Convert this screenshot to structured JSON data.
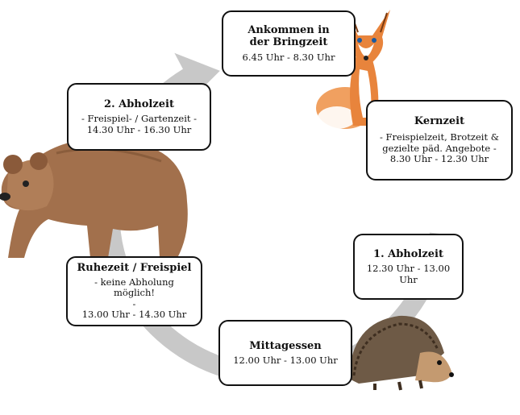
{
  "boxes": {
    "arrival": {
      "title": "Ankommen in der Bringzeit",
      "time": "6.45 Uhr - 8.30 Uhr"
    },
    "core": {
      "title": "Kernzeit",
      "line1": "- Freispielzeit, Brotzeit &",
      "line2": "gezielte päd. Angebote -",
      "time": "8.30 Uhr - 12.30 Uhr"
    },
    "pickup1": {
      "title": "1. Abholzeit",
      "time": "12.30 Uhr - 13.00 Uhr"
    },
    "lunch": {
      "title": "Mittagessen",
      "time": "12.00 Uhr - 13.00 Uhr"
    },
    "rest": {
      "title": "Ruhezeit / Freispiel",
      "line1": "- keine Abholung möglich!",
      "line2": "-",
      "time": "13.00 Uhr - 14.30 Uhr"
    },
    "pickup2": {
      "title": "2. Abholzeit",
      "line1": "- Freispiel- / Gartenzeit -",
      "time": "14.30 Uhr - 16.30 Uhr"
    }
  },
  "animals": [
    "fox-icon",
    "bear-icon",
    "hedgehog-icon"
  ],
  "colors": {
    "cycle": "#c8c8c8",
    "border": "#111111",
    "fox": "#e8843c",
    "bear": "#9c6a48",
    "hedgehog": "#6e5a46"
  }
}
